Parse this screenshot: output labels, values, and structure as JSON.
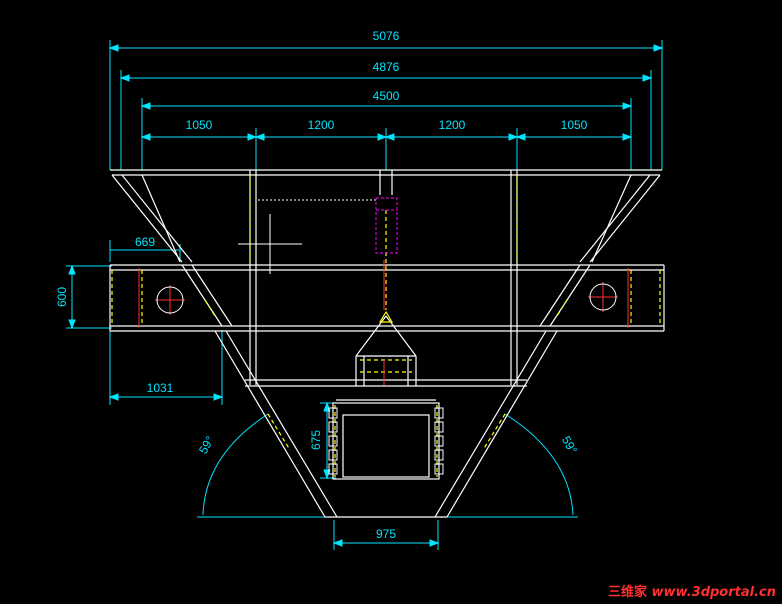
{
  "drawing": {
    "colors": {
      "background": "#000000",
      "outline": "#ffffff",
      "dimension": "#00e5ff",
      "accent_yellow": "#ffff00",
      "accent_red": "#ff3030",
      "accent_magenta": "#ff00ff"
    },
    "dimensions": {
      "overall_width": "5076",
      "inner_width": "4876",
      "frame_width": "4500",
      "seg_left": "1050",
      "seg_mid_left": "1200",
      "seg_mid_right": "1200",
      "seg_right": "1050",
      "left_offset": "669",
      "band_height": "600",
      "lower_offset": "1031",
      "gate_height": "675",
      "outlet_width": "975",
      "angle_left": "59°",
      "angle_right": "59°"
    }
  },
  "watermark": {
    "chinese": "三维家",
    "site": "www.3dportal.cn"
  }
}
